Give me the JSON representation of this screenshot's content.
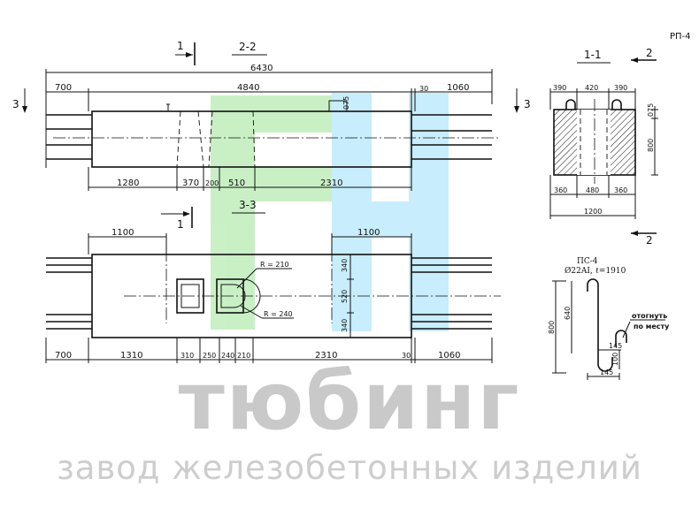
{
  "title": "РП-4",
  "sections": {
    "s22": "2-2",
    "s33": "3-3",
    "s11": "1-1",
    "c1a": "1",
    "c1b": "1",
    "c2a": "2",
    "c2b": "2",
    "c3a": "3",
    "c3b": "3"
  },
  "top_view": {
    "total": "6430",
    "left_ext": "700",
    "body": "4840",
    "gap": "30",
    "right_ext": "1060",
    "d1": "1280",
    "d2": "370",
    "d3": "200",
    "d4": "510",
    "d5": "2310",
    "small": "075"
  },
  "plan_view": {
    "left_1100": "1100",
    "right_1100": "1100",
    "r1": "R = 210",
    "r2": "R = 240",
    "v1": "340",
    "v2": "520",
    "v3": "340",
    "b1": "700",
    "b2": "1310",
    "b3": "310",
    "b4": "250",
    "b5": "240",
    "b6": "210",
    "b7": "2310",
    "b8": "30",
    "b9": "1060"
  },
  "cross_section": {
    "t1": "390",
    "t2": "420",
    "t3": "390",
    "m1": "360",
    "m2": "480",
    "m3": "360",
    "total": "1200",
    "h": "800",
    "h2": "075"
  },
  "rebar": {
    "name": "ПС-4",
    "spec": "Ø22AI, ℓ=1910",
    "h800": "800",
    "h640": "640",
    "d145a": "145",
    "d100": "100",
    "d145b": "145",
    "note1": "отогнуть",
    "note2": "по месту"
  },
  "watermark": {
    "brand": "тюбинг",
    "tagline": "завод железобетонных изделий",
    "green": "#a8e6a0",
    "cyan": "#a9e4f7"
  }
}
